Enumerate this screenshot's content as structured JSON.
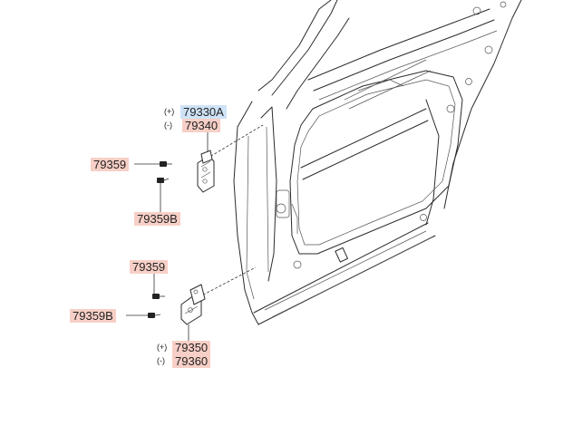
{
  "callouts": {
    "p79330a": {
      "tag": "(+)",
      "text": "79330A"
    },
    "p79340": {
      "tag": "(-)",
      "text": "79340"
    },
    "p79359_top": {
      "text": "79359"
    },
    "p79359b_top": {
      "text": "79359B"
    },
    "p79359_bot": {
      "text": "79359"
    },
    "p79359b_bot": {
      "text": "79359B"
    },
    "p79350": {
      "tag": "(+)",
      "text": "79350"
    },
    "p79360": {
      "tag": "(-)",
      "text": "79360"
    }
  },
  "colors": {
    "highlight_red": "#f7cfc6",
    "highlight_blue": "#cfe3f6",
    "line": "#2b2b2b"
  }
}
